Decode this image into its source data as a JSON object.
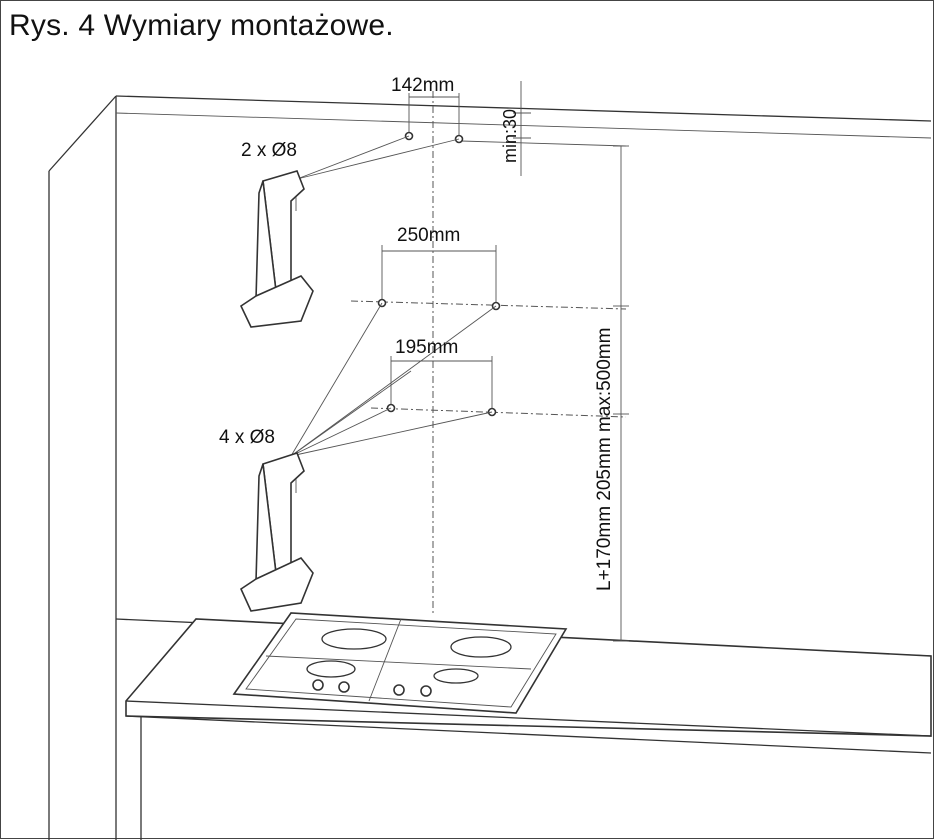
{
  "title": "Rys. 4 Wymiary montażowe.",
  "labels": {
    "top_holes": "2 x Ø8",
    "bottom_holes": "4 x Ø8",
    "dim_142": "142mm",
    "dim_min30": "min:30",
    "dim_250": "250mm",
    "dim_195": "195mm",
    "dim_vertical": "L+170mm 205mm max:500mm"
  }
}
